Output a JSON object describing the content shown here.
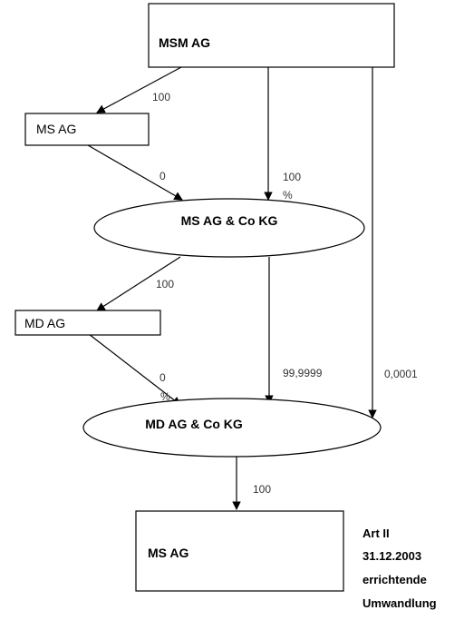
{
  "nodes": {
    "msm_ag": "MSM AG",
    "ms_ag_top": "MS AG",
    "ms_ag_co_kg": "MS AG & Co KG",
    "md_ag": "MD AG",
    "md_ag_co_kg": "MD AG & Co KG",
    "ms_ag_bottom": "MS AG"
  },
  "edge_labels": {
    "msm_to_msag": "100",
    "msag_to_mskg": "0",
    "msm_to_mskg": "100",
    "msm_to_mskg_unit": "%",
    "mskg_to_mdag": "100",
    "mdag_to_mdkg": "0",
    "mdag_to_mdkg_unit": "%",
    "mskg_to_mdkg": "99,9999",
    "msm_to_mdkg": "0,0001",
    "mdkg_to_msag": "100"
  },
  "note": {
    "line1": "Art II",
    "line2": "31.12.2003",
    "line3": "errichtende",
    "line4": "Umwandlung"
  }
}
